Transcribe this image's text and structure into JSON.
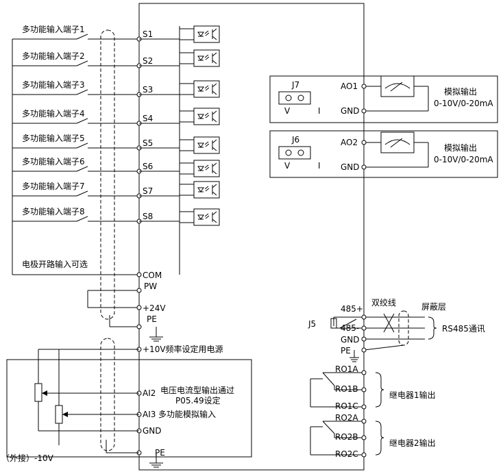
{
  "inputs": [
    {
      "label": "多功能输入端子1",
      "terminal": "S1"
    },
    {
      "label": "多功能输入端子2",
      "terminal": "S2"
    },
    {
      "label": "多功能输入端子3",
      "terminal": "S3"
    },
    {
      "label": "多功能输入端子4",
      "terminal": "S4"
    },
    {
      "label": "多功能输入端子5",
      "terminal": "S5"
    },
    {
      "label": "多功能输入端子6",
      "terminal": "S6"
    },
    {
      "label": "多功能输入端子7",
      "terminal": "S7"
    },
    {
      "label": "多功能输入端子8",
      "terminal": "S8"
    }
  ],
  "left": {
    "open_collector": "电极开路输入可选",
    "com": "COM",
    "pw": "PW",
    "p24v": "+24V",
    "pe1": "PE",
    "p10v": "+10V频率设定用电源",
    "ai2": "AI2",
    "ai2_desc1": "电压电流型输出通过",
    "ai2_desc2": "P05.49设定",
    "ai3": "AI3",
    "ai3_desc": "多功能模拟输入",
    "gnd": "GND",
    "pe2": "PE",
    "ext": "（外接）-10V"
  },
  "analog": [
    {
      "jumper": "J7",
      "v": "V",
      "i": "I",
      "ao": "AO1",
      "gnd": "GND",
      "desc1": "模拟输出",
      "desc2": "0-10V/0-20mA"
    },
    {
      "jumper": "J6",
      "v": "V",
      "i": "I",
      "ao": "AO2",
      "gnd": "GND",
      "desc1": "模拟输出",
      "desc2": "0-10V/0-20mA"
    }
  ],
  "rs485": {
    "j5": "J5",
    "p485": "485+",
    "n485": "485-",
    "gnd": "GND",
    "pe": "PE",
    "twisted": "双绞线",
    "shield": "屏蔽层",
    "desc": "RS485通讯"
  },
  "relays": [
    {
      "a": "RO1A",
      "b": "RO1B",
      "c": "RO1C",
      "desc": "继电器1输出"
    },
    {
      "a": "RO2A",
      "b": "RO2B",
      "c": "RO2C",
      "desc": "继电器2输出"
    }
  ]
}
